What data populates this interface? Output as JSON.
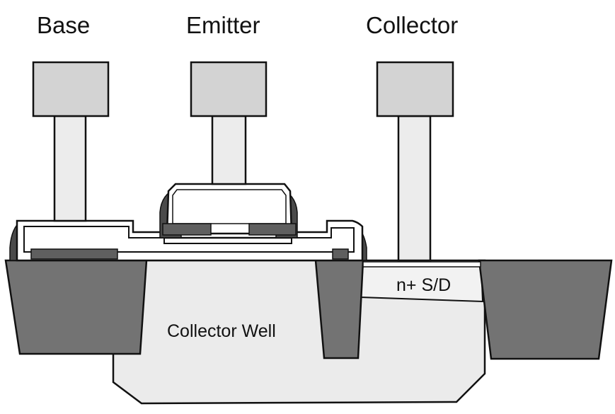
{
  "labels": {
    "base": "Base",
    "emitter": "Emitter",
    "collector": "Collector",
    "collector_well": "Collector Well",
    "n_sd": "n+ S/D"
  },
  "colors": {
    "background": "#ffffff",
    "outline": "#111111",
    "contact_pad": "#d3d3d3",
    "via": "#ececec",
    "well": "#ebebeb",
    "isolation": "#737373",
    "dark_spacer": "#4a4a4a",
    "silicide": "#5f5f5f",
    "white_layer": "#ffffff"
  }
}
